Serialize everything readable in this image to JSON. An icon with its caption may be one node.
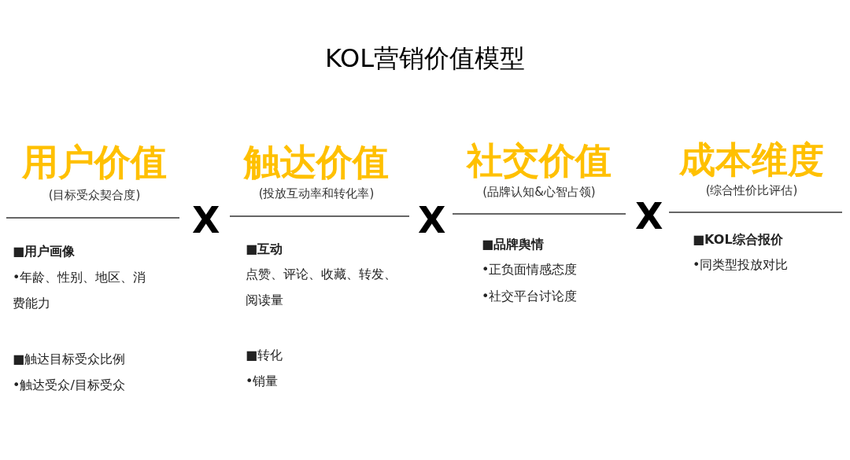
{
  "diagram": {
    "title": "KOL营销价值模型",
    "labels": [
      "用户价值",
      "(目标受众契合度)",
      "■用户画像",
      "•年龄、性别、地区、消费能力",
      "■触达目标受众比例",
      "•触达受众/目标受众",
      "X",
      "触达价值",
      "(投放互动率和转化率)",
      "■互动",
      "点赞、评论、收藏、转发、阅读量",
      "■转化",
      "•销量",
      "X",
      "社交价值",
      "(品牌认知&心智占领)",
      "■品牌舆情",
      "•正负面情感态度",
      "•社交平台讨论度",
      "X",
      "成本维度",
      "(综合性价比评估)",
      "■KOL综合报价",
      "•同类型投放对比"
    ]
  }
}
